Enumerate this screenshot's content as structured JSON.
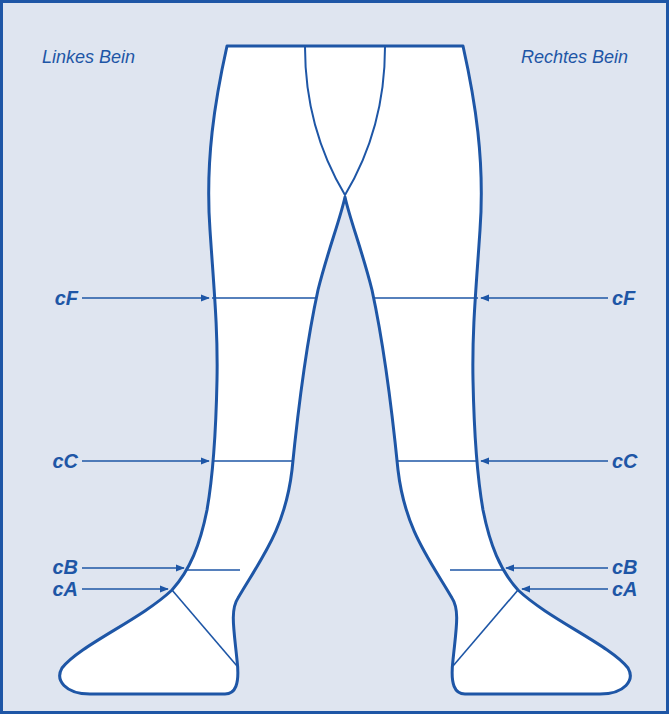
{
  "diagram": {
    "labels": [
      "Linkes Bein",
      "Rechtes Bein",
      "cF",
      "cF",
      "cC",
      "cC",
      "cB",
      "cB",
      "cA",
      "cA"
    ]
  }
}
